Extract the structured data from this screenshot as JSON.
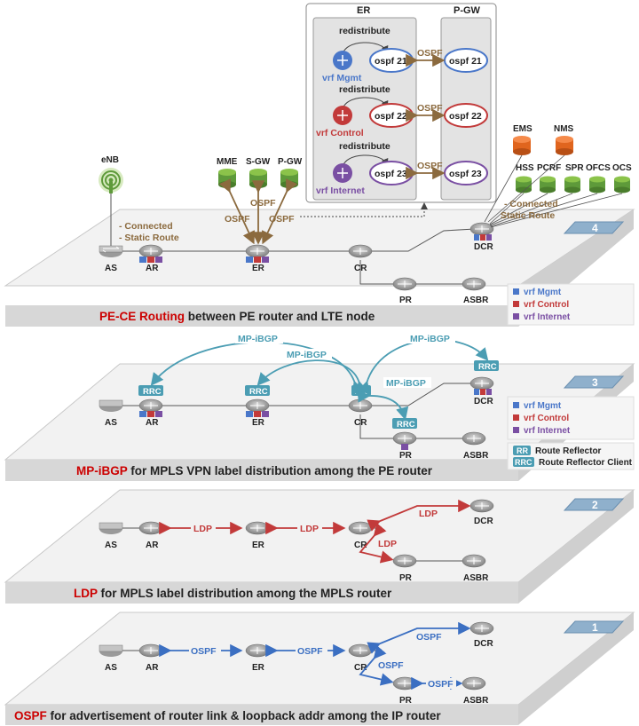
{
  "colors": {
    "vrf_mgmt": "#4a77c9",
    "vrf_control": "#c23a3a",
    "vrf_internet": "#7a4fa3",
    "ospf_brown": "#8b6a3e",
    "bgp_teal": "#4b9db3",
    "ldp_red": "#c23a3a",
    "ospf_blue": "#3b6fc2",
    "server_green": "#5e9a3a",
    "server_orange": "#e0651e",
    "title_red": "#cc0000"
  },
  "layers": {
    "l4": {
      "number": "4",
      "title_em": "PE-CE Routing",
      "title_rest": " between PE router and LTE node",
      "legend": [
        "vrf Mgmt",
        "vrf Control",
        "vrf Internet"
      ],
      "routers": {
        "as": "AS",
        "ar": "AR",
        "er": "ER",
        "cr": "CR",
        "pr": "PR",
        "asbr": "ASBR",
        "dcr": "DCR"
      },
      "enb": "eNB",
      "gateways": [
        "MME",
        "S-GW",
        "P-GW"
      ],
      "ospf": "OSPF",
      "connected": "- Connected",
      "static_route": "- Static Route",
      "dc_connected": "- Connected",
      "dc_static": "Static Route",
      "servers_orange": [
        "EMS",
        "NMS"
      ],
      "servers_green": [
        "HSS",
        "PCRF",
        "SPR",
        "OFCS",
        "OCS"
      ]
    },
    "l3": {
      "number": "3",
      "title_em": "MP-iBGP",
      "title_rest": " for MPLS VPN label distribution among the PE router",
      "legend": [
        "vrf Mgmt",
        "vrf Control",
        "vrf Internet"
      ],
      "legend2": [
        {
          "tag": "RR",
          "text": "Route Reflector"
        },
        {
          "tag": "RRC",
          "text": "Route Reflector Client"
        }
      ],
      "routers": {
        "as": "AS",
        "ar": "AR",
        "er": "ER",
        "cr": "CR",
        "pr": "PR",
        "asbr": "ASBR",
        "dcr": "DCR"
      },
      "bgp": "MP-iBGP",
      "rrc": "RRC",
      "rr": "RR"
    },
    "l2": {
      "number": "2",
      "title_em": "LDP",
      "title_rest": " for MPLS label distribution among the MPLS router",
      "routers": {
        "as": "AS",
        "ar": "AR",
        "er": "ER",
        "cr": "CR",
        "pr": "PR",
        "asbr": "ASBR",
        "dcr": "DCR"
      },
      "ldp": "LDP"
    },
    "l1": {
      "number": "1",
      "title_em": "OSPF",
      "title_rest": " for advertisement of router link & loopback addr among the IP router",
      "routers": {
        "as": "AS",
        "ar": "AR",
        "er": "ER",
        "cr": "CR",
        "pr": "PR",
        "asbr": "ASBR",
        "dcr": "DCR"
      },
      "ospf": "OSPF"
    }
  },
  "inset": {
    "er_title": "ER",
    "pgw_title": "P-GW",
    "redistribute": "redistribute",
    "ospf": "OSPF",
    "rows": [
      {
        "vrf": "vrf Mgmt",
        "ospf": "ospf 21",
        "color": "#4a77c9"
      },
      {
        "vrf": "vrf Control",
        "ospf": "ospf 22",
        "color": "#c23a3a"
      },
      {
        "vrf": "vrf Internet",
        "ospf": "ospf 23",
        "color": "#7a4fa3"
      }
    ]
  }
}
